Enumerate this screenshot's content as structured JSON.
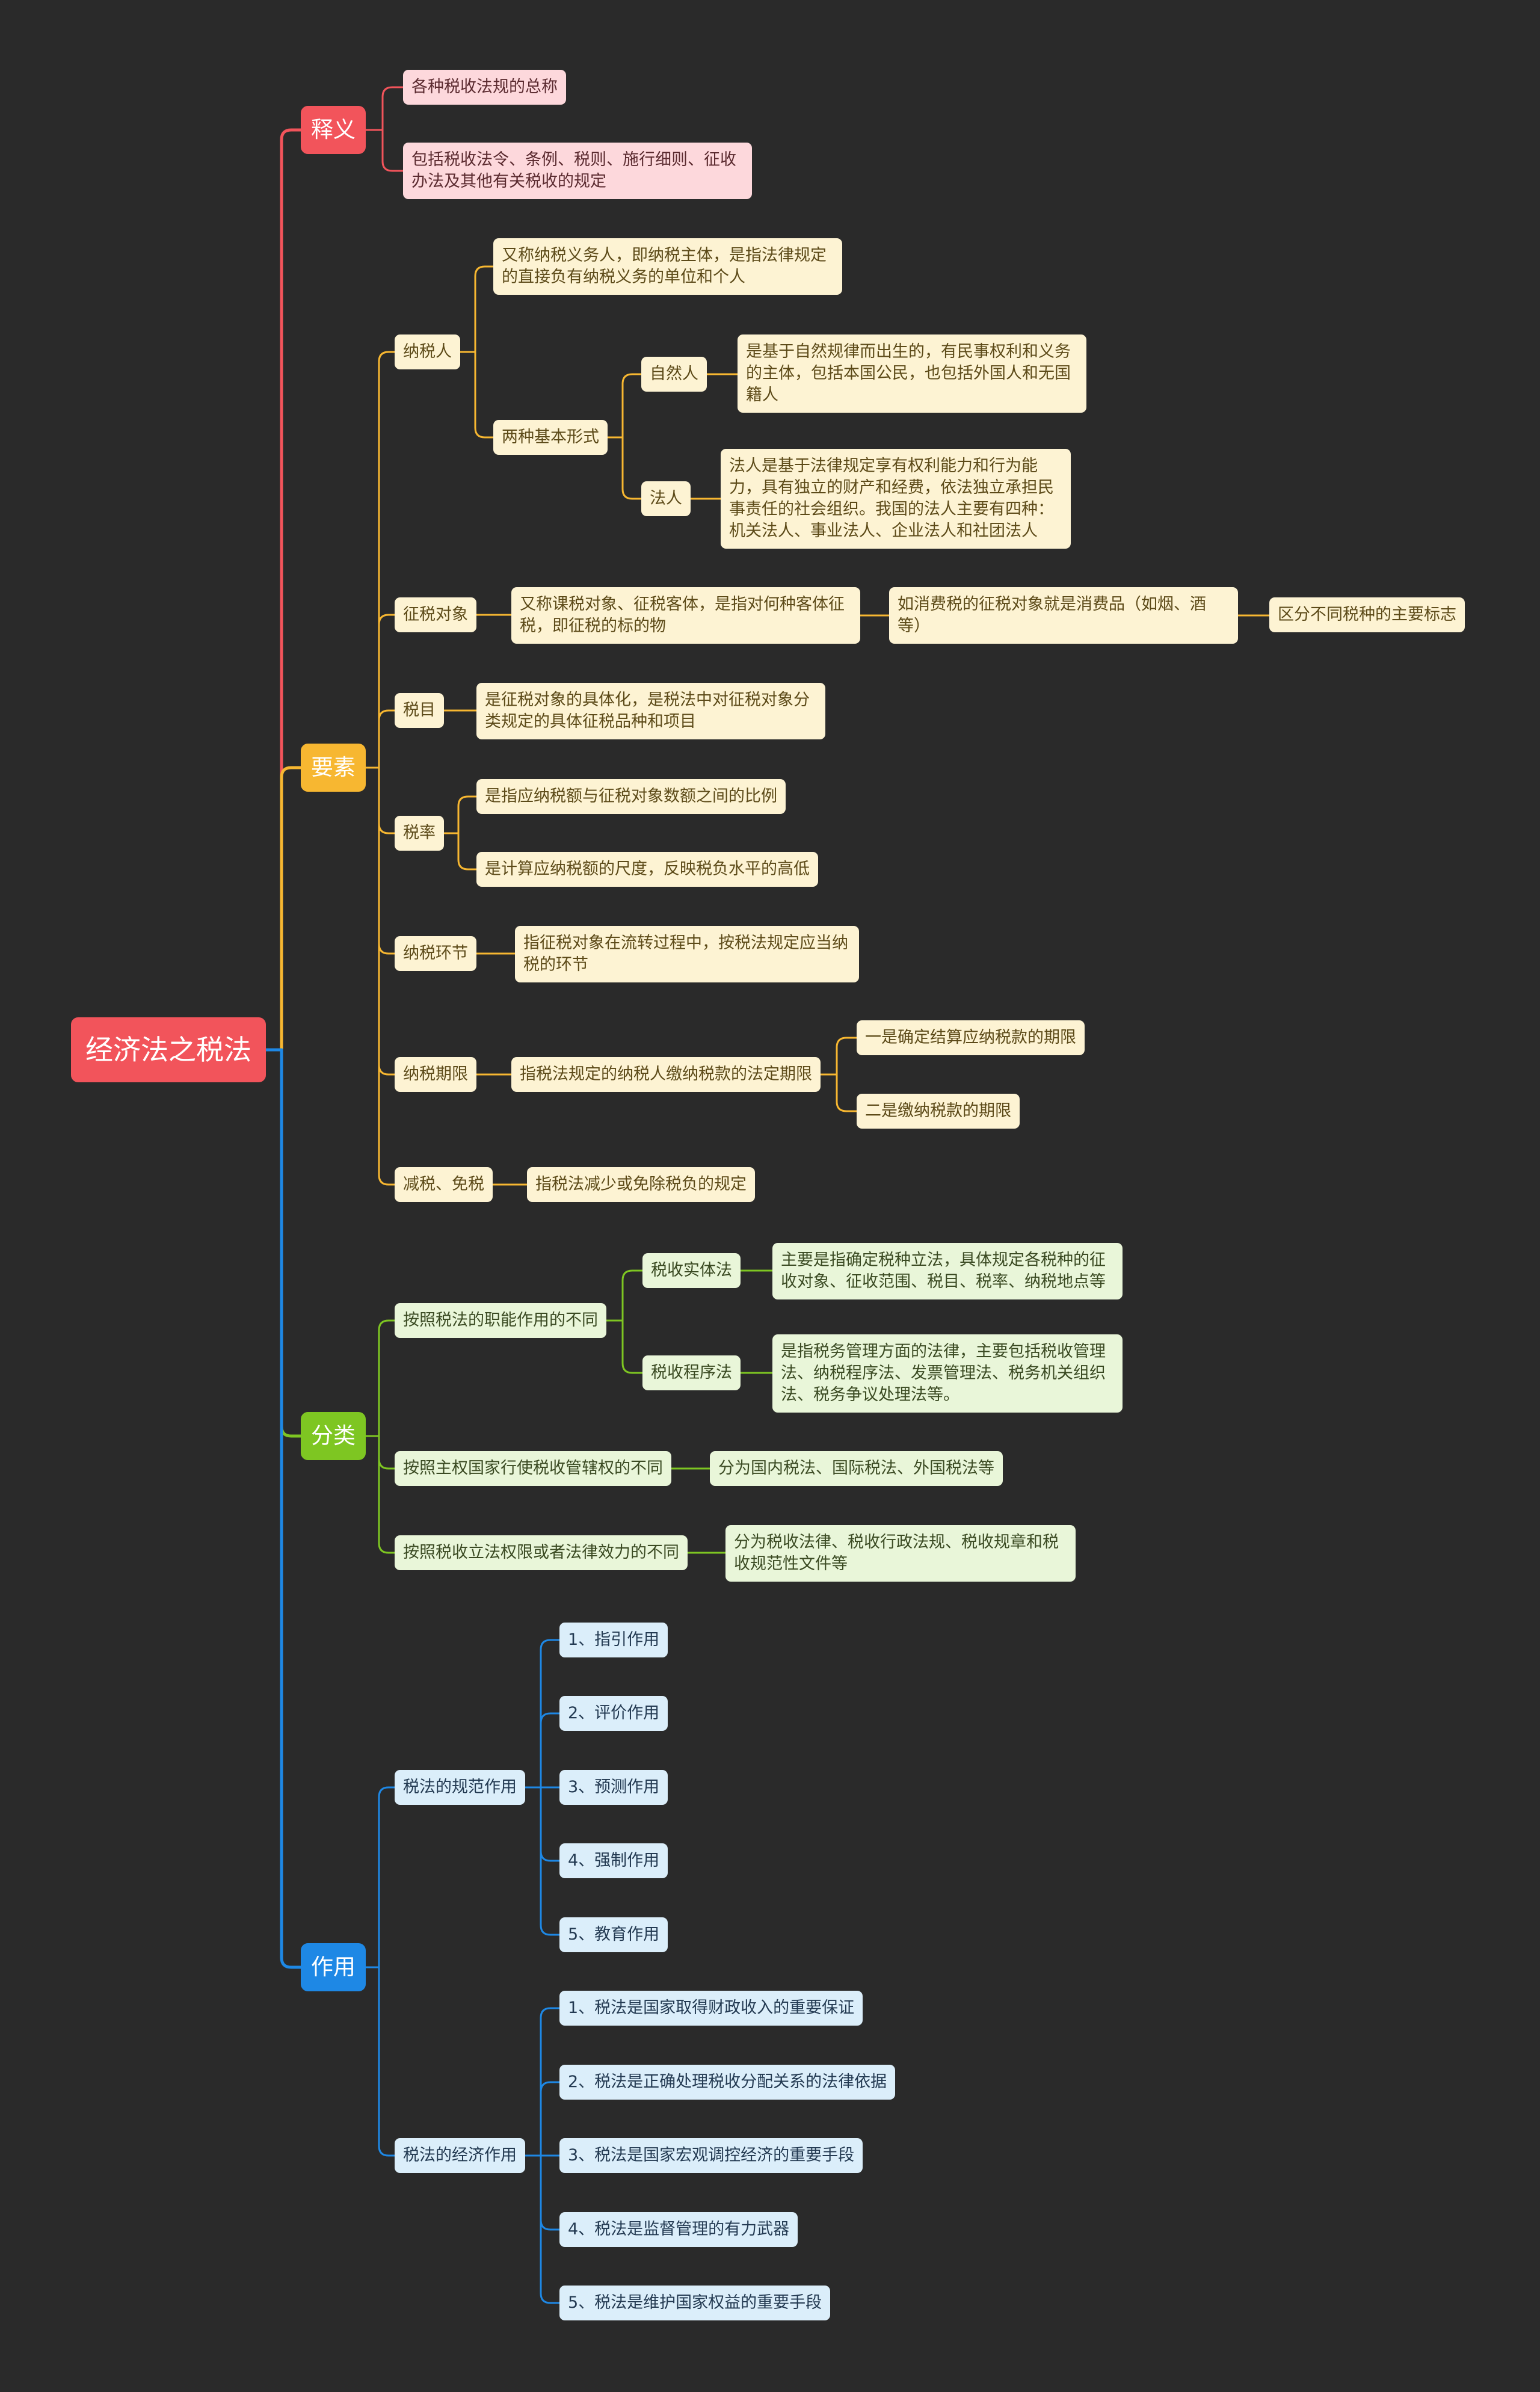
{
  "palette": {
    "background": "#2a2a2a",
    "root": "#f2545b",
    "branch_meaning": "#f2545b",
    "branch_elements": "#f7b731",
    "branch_classification": "#7ec622",
    "branch_function": "#1e88e5"
  },
  "mindmap": {
    "root": "经济法之税法",
    "meaning": {
      "label": "释义",
      "items": [
        "各种税收法规的总称",
        "包括税收法令、条例、税则、施行细则、征收办法及其他有关税收的规定"
      ]
    },
    "elements": {
      "label": "要素",
      "taxpayer": {
        "label": "纳税人",
        "definition": "又称纳税义务人，即纳税主体，是指法律规定的直接负有纳税义务的单位和个人",
        "forms": {
          "label": "两种基本形式",
          "natural_person": {
            "label": "自然人",
            "text": "是基于自然规律而出生的，有民事权利和义务的主体，包括本国公民，也包括外国人和无国籍人"
          },
          "legal_person": {
            "label": "法人",
            "text": "法人是基于法律规定享有权利能力和行为能力，具有独立的财产和经费，依法独立承担民事责任的社会组织。我国的法人主要有四种：机关法人、事业法人、企业法人和社团法人"
          }
        }
      },
      "object": {
        "label": "征税对象",
        "text": "又称课税对象、征税客体，是指对何种客体征税，即征税的标的物",
        "example": "如消费税的征税对象就是消费品（如烟、酒等）",
        "note": "区分不同税种的主要标志"
      },
      "item": {
        "label": "税目",
        "text": "是征税对象的具体化，是税法中对征税对象分类规定的具体征税品种和项目"
      },
      "rate": {
        "label": "税率",
        "items": [
          "是指应纳税额与征税对象数额之间的比例",
          "是计算应纳税额的尺度，反映税负水平的高低"
        ]
      },
      "stage": {
        "label": "纳税环节",
        "text": "指征税对象在流转过程中，按税法规定应当纳税的环节"
      },
      "period": {
        "label": "纳税期限",
        "text": "指税法规定的纳税人缴纳税款的法定期限",
        "items": [
          "一是确定结算应纳税款的期限",
          "二是缴纳税款的期限"
        ]
      },
      "relief": {
        "label": "减税、免税",
        "text": "指税法减少或免除税负的规定"
      }
    },
    "classification": {
      "label": "分类",
      "by_function": {
        "label": "按照税法的职能作用的不同",
        "substantive": {
          "label": "税收实体法",
          "text": "主要是指确定税种立法，具体规定各税种的征收对象、征收范围、税目、税率、纳税地点等"
        },
        "procedural": {
          "label": "税收程序法",
          "text": "是指税务管理方面的法律，主要包括税收管理法、纳税程序法、发票管理法、税务机关组织法、税务争议处理法等。"
        }
      },
      "by_jurisdiction": {
        "label": "按照主权国家行使税收管辖权的不同",
        "text": "分为国内税法、国际税法、外国税法等"
      },
      "by_authority": {
        "label": "按照税收立法权限或者法律效力的不同",
        "text": "分为税收法律、税收行政法规、税收规章和税收规范性文件等"
      }
    },
    "function": {
      "label": "作用",
      "normative": {
        "label": "税法的规范作用",
        "items": [
          "1、指引作用",
          "2、评价作用",
          "3、预测作用",
          "4、强制作用",
          "5、教育作用"
        ]
      },
      "economic": {
        "label": "税法的经济作用",
        "items": [
          "1、税法是国家取得财政收入的重要保证",
          "2、税法是正确处理税收分配关系的法律依据",
          "3、税法是国家宏观调控经济的重要手段",
          "4、税法是监督管理的有力武器",
          "5、税法是维护国家权益的重要手段"
        ]
      }
    }
  }
}
